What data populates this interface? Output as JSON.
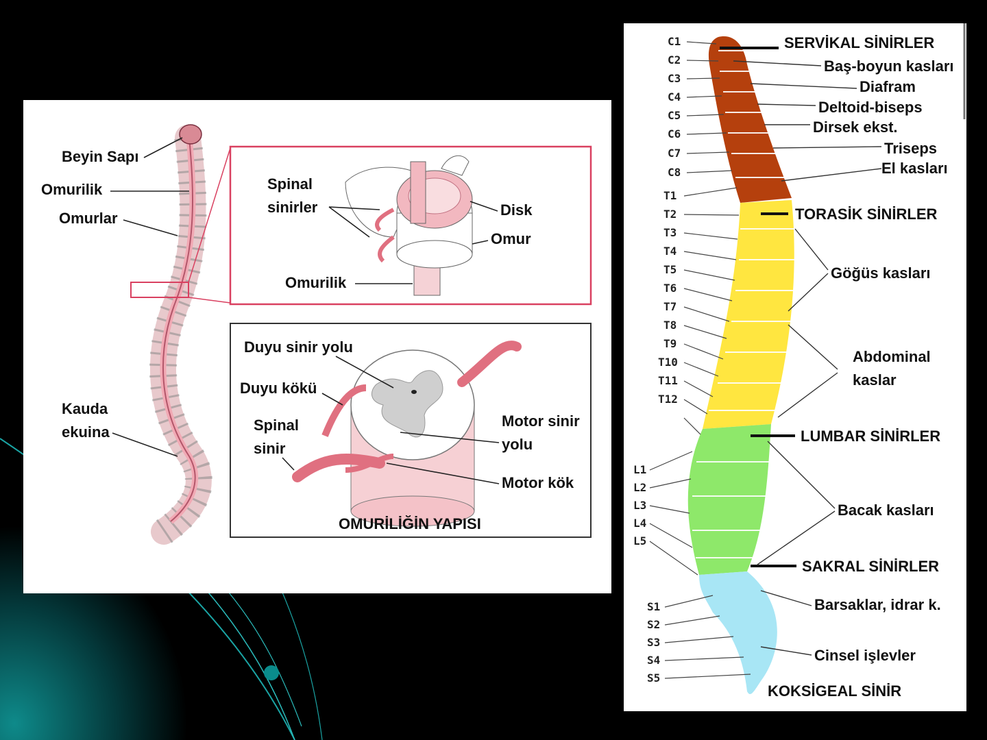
{
  "colors": {
    "background": "#000000",
    "accent_teal": "#0a6d6d",
    "cervical": "#b5400d",
    "thoracic": "#ffe640",
    "lumbar": "#8ee86a",
    "sacral": "#a8e6f5",
    "cord_pink": "#f4c2c8",
    "inset_border": "#d94060"
  },
  "left_diagram": {
    "labels": {
      "beyin_sapi": "Beyin Sapı",
      "omurilik": "Omurilik",
      "omurlar": "Omurlar",
      "kauda_1": "Kauda",
      "kauda_2": "ekuina"
    },
    "inset_top": {
      "spinal_1": "Spinal",
      "spinal_2": "sinirler",
      "disk": "Disk",
      "omur": "Omur",
      "omurilik": "Omurilik"
    },
    "inset_bottom": {
      "duyu_yolu": "Duyu sinir yolu",
      "duyu_koku": "Duyu kökü",
      "spinal_1": "Spinal",
      "spinal_2": "sinir",
      "motor_yolu_1": "Motor sinir",
      "motor_yolu_2": "yolu",
      "motor_kok": "Motor kök",
      "caption": "OMURİLİĞİN YAPISI"
    }
  },
  "right_diagram": {
    "segments": {
      "cervical": [
        "C1",
        "C2",
        "C3",
        "C4",
        "C5",
        "C6",
        "C7",
        "C8"
      ],
      "thoracic": [
        "T1",
        "T2",
        "T3",
        "T4",
        "T5",
        "T6",
        "T7",
        "T8",
        "T9",
        "T10",
        "T11",
        "T12"
      ],
      "lumbar": [
        "L1",
        "L2",
        "L3",
        "L4",
        "L5"
      ],
      "sacral": [
        "S1",
        "S2",
        "S3",
        "S4",
        "S5"
      ]
    },
    "headings": {
      "servikal": "SERVİKAL SİNİRLER",
      "torasik": "TORASİK SİNİRLER",
      "lumbar": "LUMBAR SİNİRLER",
      "sakral": "SAKRAL SİNİRLER",
      "koksigeal": "KOKSİGEAL SİNİR"
    },
    "functions": {
      "bas_boyun": "Baş-boyun kasları",
      "diafram": "Diafram",
      "deltoid": "Deltoid-biseps",
      "dirsek": "Dirsek ekst.",
      "triseps": "Triseps",
      "el": "El kasları",
      "gogus": "Göğüs kasları",
      "abdominal_1": "Abdominal",
      "abdominal_2": "kaslar",
      "bacak": "Bacak kasları",
      "barsak": "Barsaklar, idrar k.",
      "cinsel": "Cinsel işlevler"
    }
  }
}
